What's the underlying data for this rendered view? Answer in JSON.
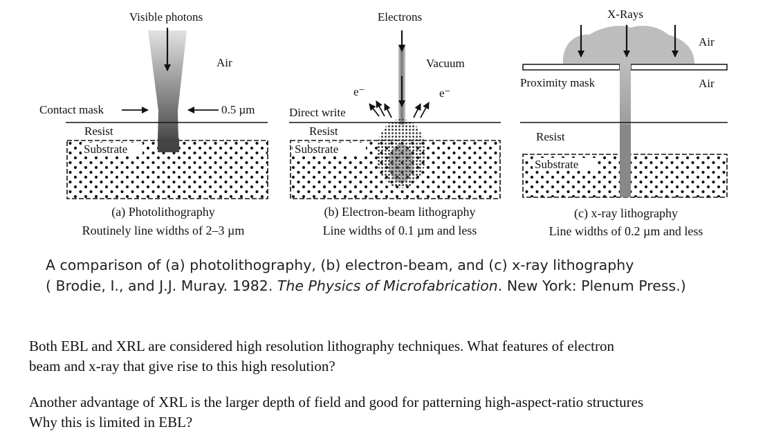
{
  "panel_a": {
    "source_label": "Visible photons",
    "air_label": "Air",
    "mask_label": "Contact mask",
    "gap_label": "0.5 µm",
    "resist_label": "Resist",
    "substrate_label": "Substrate",
    "caption_line1": "(a) Photolithography",
    "caption_line2": "Routinely line widths of 2–3 µm"
  },
  "panel_b": {
    "source_label": "Electrons",
    "vacuum_label": "Vacuum",
    "electron_left": "e⁻",
    "electron_right": "e⁻",
    "write_label": "Direct write",
    "resist_label": "Resist",
    "substrate_label": "Substrate",
    "caption_line1": "(b) Electron-beam lithography",
    "caption_line2": "Line widths of 0.1 µm and less"
  },
  "panel_c": {
    "source_label": "X-Rays",
    "air_top_label": "Air",
    "mask_label": "Proximity mask",
    "air_mid_label": "Air",
    "resist_label": "Resist",
    "substrate_label": "Substrate",
    "caption_line1": "(c) x-ray lithography",
    "caption_line2": "Line widths of 0.2 µm and less"
  },
  "figure_caption": {
    "line1": "A comparison of (a) photolithography, (b) electron-beam, and (c) x-ray lithography",
    "line2_prefix": "( Brodie, I., and J.J. Muray. 1982. ",
    "line2_title": "The Physics of Microfabrication",
    "line2_suffix": ". New York: Plenum Press.)"
  },
  "question_1": {
    "line1": "Both EBL and XRL are considered high resolution lithography techniques. What features of electron",
    "line2": "beam and x-ray that give rise to this high resolution?"
  },
  "question_2": {
    "line1": "Another advantage of XRL is the larger depth of field and good for patterning high-aspect-ratio structures",
    "line2": "Why this is limited in EBL?"
  }
}
